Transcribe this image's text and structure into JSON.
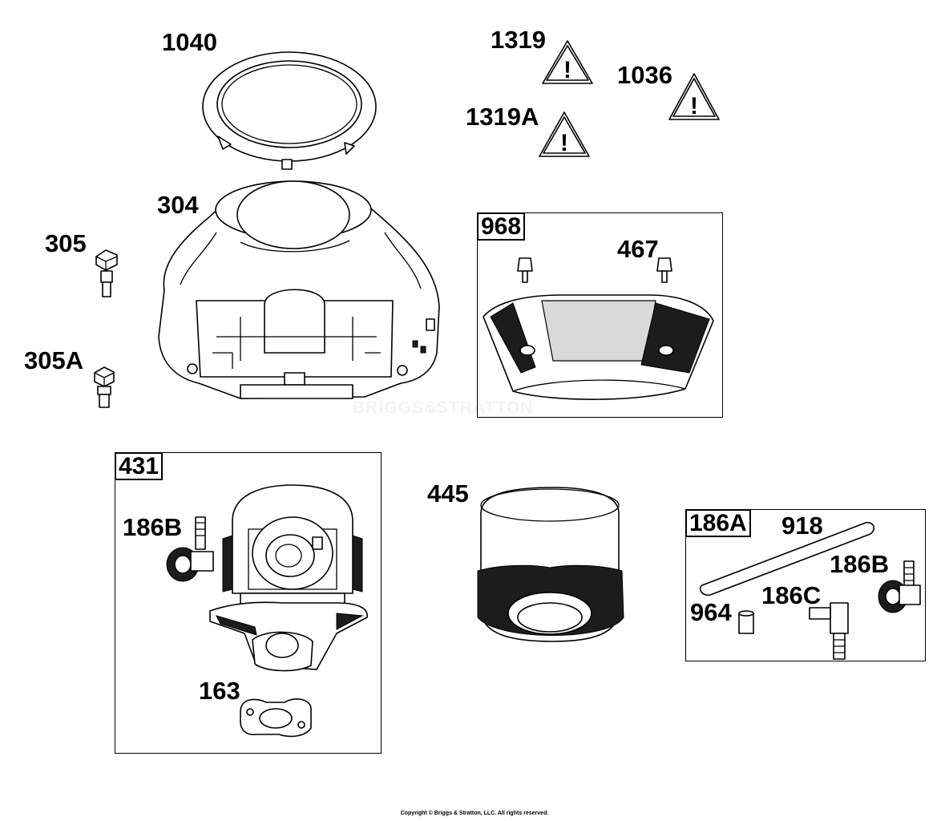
{
  "diagram": {
    "labels": {
      "l1040": "1040",
      "l1319": "1319",
      "l1036": "1036",
      "l1319A": "1319A",
      "l304": "304",
      "l305": "305",
      "l305A": "305A",
      "l968": "968",
      "l467": "467",
      "l431": "431",
      "l186B_left": "186B",
      "l163": "163",
      "l445": "445",
      "l186A": "186A",
      "l918": "918",
      "l186B_right": "186B",
      "l186C": "186C",
      "l964": "964"
    },
    "watermark": "BRIGGS&STRATTON",
    "copyright": "Copyright © Briggs & Stratton, LLC. All rights reserved."
  }
}
